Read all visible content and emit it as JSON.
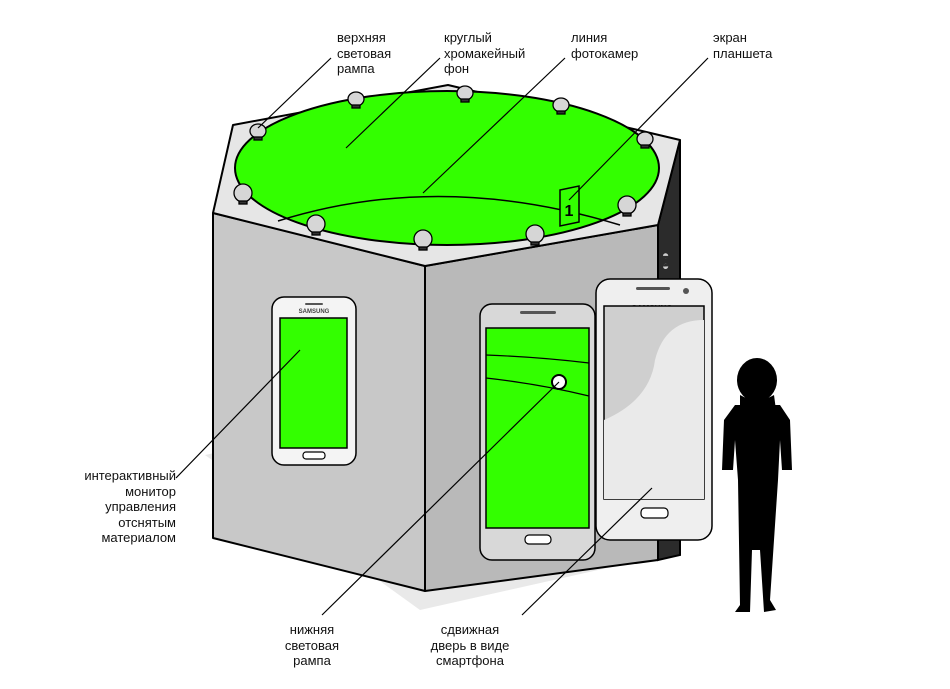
{
  "labels": {
    "top_ramp": "верхняя\nсветовая\nрампа",
    "chroma_bg": "круглый\nхромакейный\nфон",
    "camera_line": "линия\nфотокамер",
    "tablet_screen": "экран\nпланшета",
    "monitor": "интерактивный\nмонитор\nуправления\nотснятым\nматериалом",
    "bottom_ramp": "нижняя\nсветовая\nрампа",
    "sliding_door": "сдвижная\nдверь в виде\nсмартфона"
  },
  "phone_brand": "SAMSUNG",
  "tablet_number": "1",
  "colors": {
    "chroma_green": "#33ff00",
    "wall_left": "#c8c8c8",
    "wall_right": "#b9b9b9",
    "roof": "#e6e6e6",
    "floor_shadow": "#e9e9e9",
    "silhouette": "#000000"
  }
}
